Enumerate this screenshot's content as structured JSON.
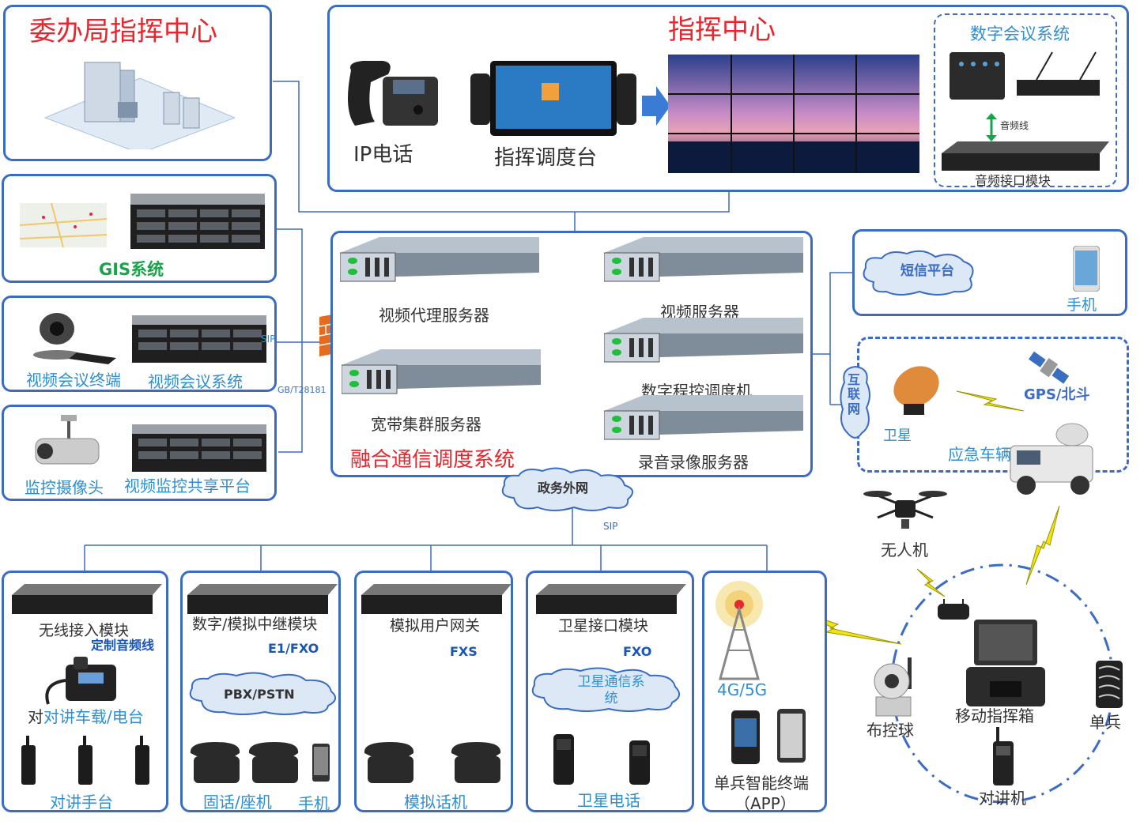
{
  "top_left": {
    "title": "委办局指挥中心"
  },
  "command_center": {
    "title": "指挥中心",
    "ip_phone": "IP电话",
    "console": "指挥调度台",
    "conference": {
      "title": "数字会议系统",
      "audio_line": "音频线",
      "audio_module": "音频接口模块"
    }
  },
  "left_systems": {
    "gis": "GIS系统",
    "video_terminal": "视频会议终端",
    "video_system": "视频会议系统",
    "sip_label": "SIP",
    "gb_label": "GB/T28181",
    "camera": "监控摄像头",
    "monitor_platform": "视频监控共享平台"
  },
  "core": {
    "title": "融合通信调度系统",
    "video_proxy": "视频代理服务器",
    "broadband": "宽带集群服务器",
    "video_server": "视频服务器",
    "digital_switch": "数字程控调度机",
    "recorder": "录音录像服务器"
  },
  "network": {
    "gov_net": "政务外网",
    "sip": "SIP",
    "internet": "互联网"
  },
  "sms": {
    "platform": "短信平台",
    "phone": "手机"
  },
  "emergency": {
    "satellite": "卫星",
    "gps": "GPS/北斗",
    "vehicle": "应急车辆"
  },
  "modules": [
    {
      "name": "无线接入模块",
      "link": "定制音频线",
      "device": "对讲车载/电台",
      "bottom": "对讲手台"
    },
    {
      "name": "数字/模拟中继模块",
      "link": "E1/FXO",
      "cloud": "PBX/PSTN",
      "bottom": "固话/座机",
      "bottom2": "手机"
    },
    {
      "name": "模拟用户网关",
      "link": "FXS",
      "bottom": "模拟话机"
    },
    {
      "name": "卫星接口模块",
      "link": "FXO",
      "cloud": "卫星通信系统",
      "bottom": "卫星电话"
    },
    {
      "tower": "4G/5G",
      "bottom": "单兵智能终端",
      "bottom2": "（APP）"
    }
  ],
  "field": {
    "drone": "无人机",
    "ptz": "布控球",
    "mobile_box": "移动指挥箱",
    "soldier": "单兵",
    "walkie": "对讲机"
  },
  "colors": {
    "border": "#3b6cc4",
    "title_red": "#e8262d",
    "label_blue": "#2f8fd0",
    "gis_green": "#1aa34a"
  }
}
